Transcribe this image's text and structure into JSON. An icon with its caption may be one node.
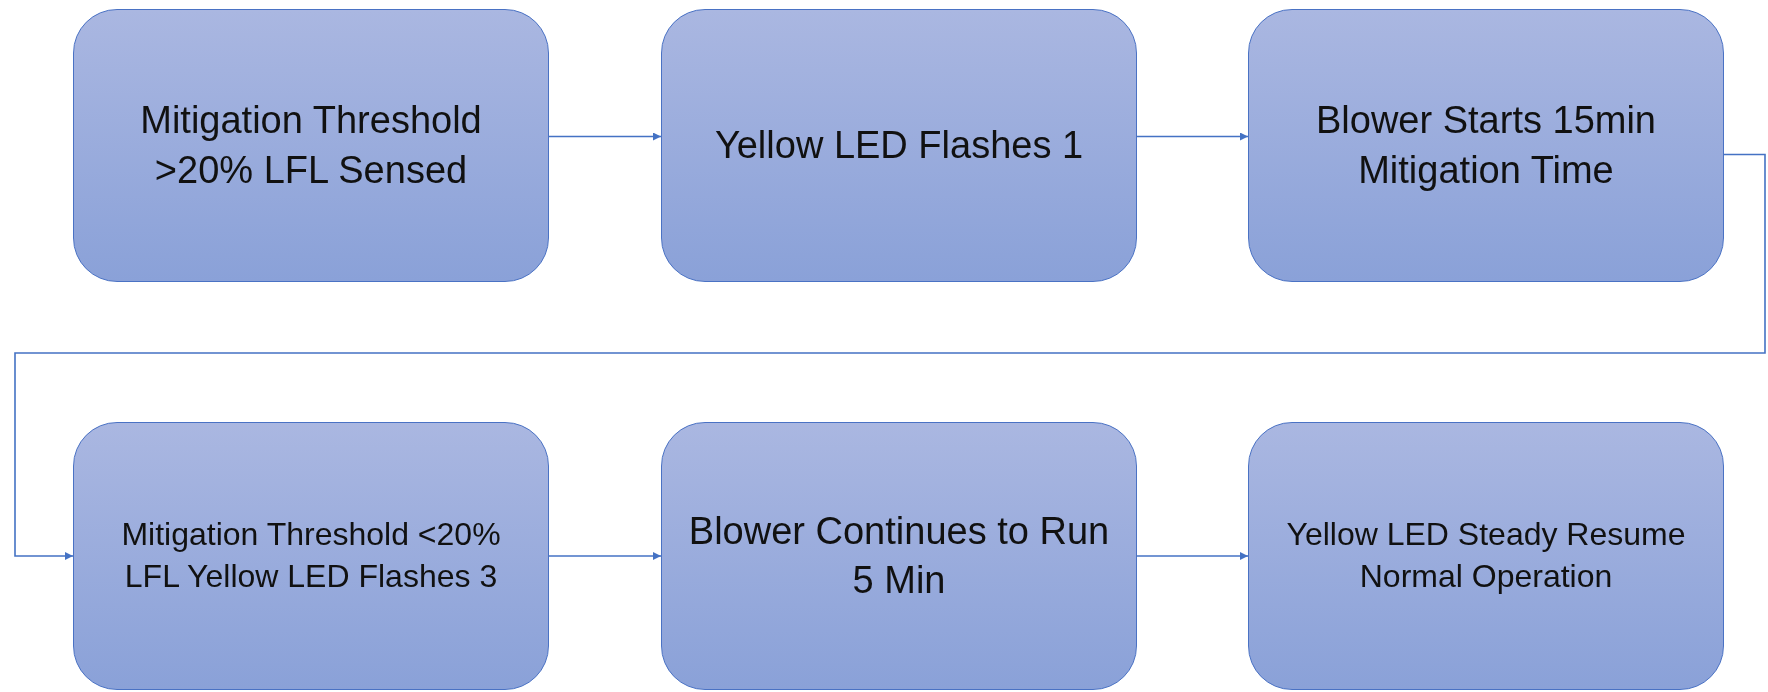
{
  "diagram": {
    "nodes": [
      {
        "text": [
          "Mitigation Threshold >20% LFL Sensed"
        ]
      },
      {
        "text": [
          "Yellow LED Flashes 1"
        ]
      },
      {
        "text": [
          "Blower Starts 15min Mitigation Time"
        ]
      },
      {
        "text": [
          "Mitigation Threshold <20% LFL Yellow LED Flashes 3"
        ]
      },
      {
        "text": [
          "Blower Continues to Run 5 Min"
        ]
      },
      {
        "text": [
          "Yellow LED Steady Resume Normal Operation"
        ]
      }
    ],
    "edges": [
      {
        "from": 0,
        "to": 1,
        "arrow": "to"
      },
      {
        "from": 1,
        "to": 2,
        "arrow": "to"
      },
      {
        "from": 2,
        "to": 3,
        "arrow": "to"
      },
      {
        "from": 3,
        "to": 4,
        "arrow": "to"
      },
      {
        "from": 4,
        "to": 5,
        "arrow": "to"
      }
    ]
  }
}
